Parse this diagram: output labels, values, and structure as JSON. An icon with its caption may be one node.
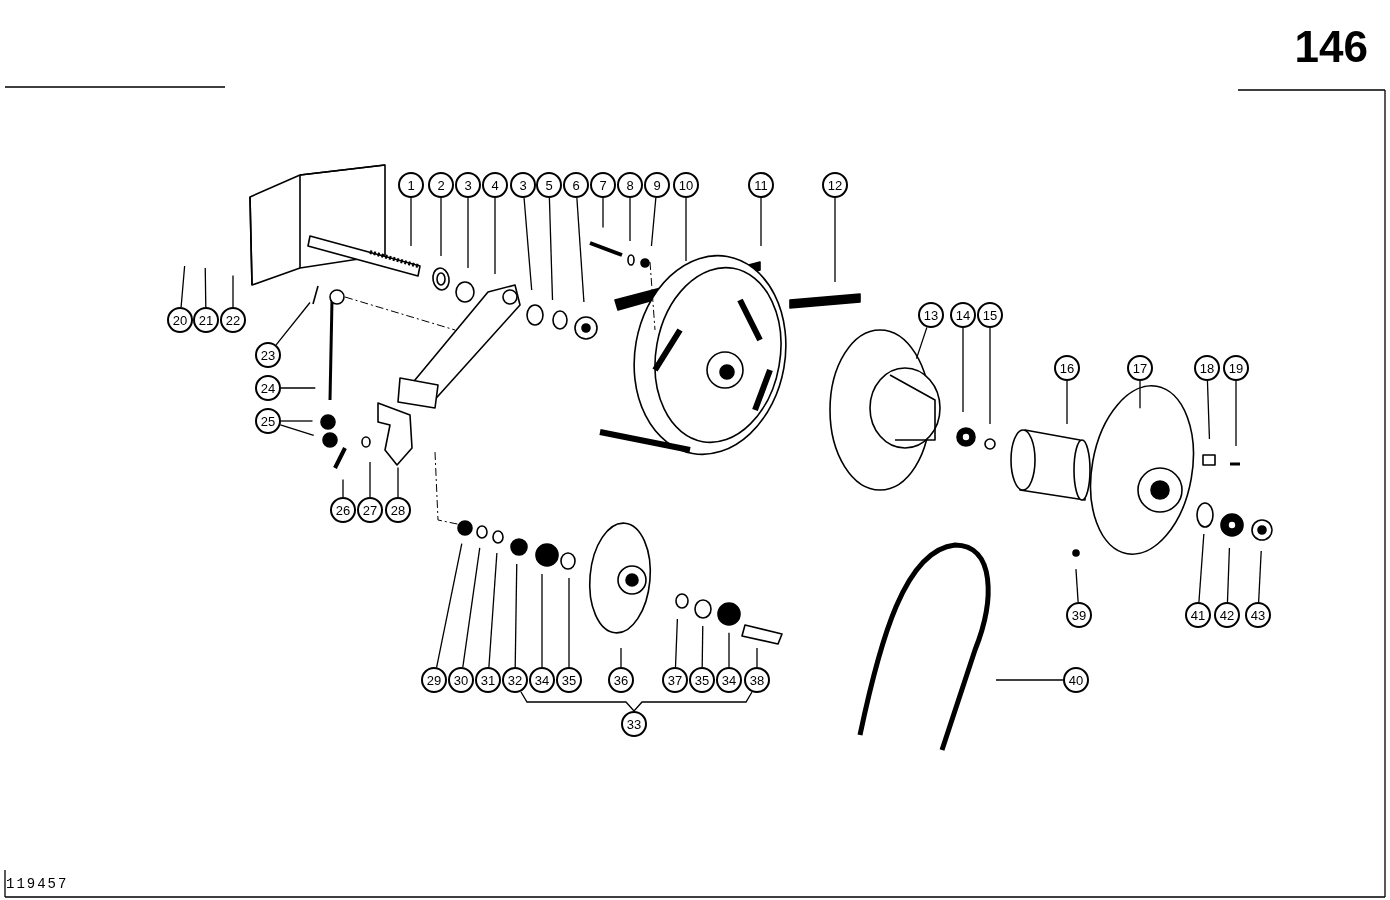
{
  "diagram": {
    "nodes": [
      {
        "text": [
          "1"
        ]
      },
      {
        "text": [
          "2"
        ]
      },
      {
        "text": [
          "3"
        ]
      },
      {
        "text": [
          "4"
        ]
      },
      {
        "text": [
          "3"
        ]
      },
      {
        "text": [
          "5"
        ]
      },
      {
        "text": [
          "6"
        ]
      },
      {
        "text": [
          "7"
        ]
      },
      {
        "text": [
          "8"
        ]
      },
      {
        "text": [
          "9"
        ]
      },
      {
        "text": [
          "10"
        ]
      },
      {
        "text": [
          "11"
        ]
      },
      {
        "text": [
          "12"
        ]
      },
      {
        "text": [
          "20"
        ]
      },
      {
        "text": [
          "21"
        ]
      },
      {
        "text": [
          "22"
        ]
      },
      {
        "text": [
          "23"
        ]
      },
      {
        "text": [
          "24"
        ]
      },
      {
        "text": [
          "25"
        ]
      },
      {
        "text": [
          "26"
        ]
      },
      {
        "text": [
          "27"
        ]
      },
      {
        "text": [
          "28"
        ]
      },
      {
        "text": [
          "13"
        ]
      },
      {
        "text": [
          "14"
        ]
      },
      {
        "text": [
          "15"
        ]
      },
      {
        "text": [
          "16"
        ]
      },
      {
        "text": [
          "17"
        ]
      },
      {
        "text": [
          "18"
        ]
      },
      {
        "text": [
          "19"
        ]
      },
      {
        "text": [
          "29"
        ]
      },
      {
        "text": [
          "30"
        ]
      },
      {
        "text": [
          "31"
        ]
      },
      {
        "text": [
          "32"
        ]
      },
      {
        "text": [
          "34"
        ]
      },
      {
        "text": [
          "35"
        ]
      },
      {
        "text": [
          "36"
        ]
      },
      {
        "text": [
          "37"
        ]
      },
      {
        "text": [
          "35"
        ]
      },
      {
        "text": [
          "34"
        ]
      },
      {
        "text": [
          "38"
        ]
      },
      {
        "text": [
          "33"
        ]
      },
      {
        "text": [
          "39"
        ]
      },
      {
        "text": [
          "40"
        ]
      },
      {
        "text": [
          "41"
        ]
      },
      {
        "text": [
          "42"
        ]
      },
      {
        "text": [
          "43"
        ]
      }
    ],
    "edges": [
      {
        "from": 0,
        "to": null,
        "arrow": "none"
      },
      {
        "from": 1,
        "to": null,
        "arrow": "none"
      },
      {
        "from": 2,
        "to": null,
        "arrow": "none"
      },
      {
        "from": 3,
        "to": null,
        "arrow": "none"
      },
      {
        "from": 4,
        "to": null,
        "arrow": "none"
      },
      {
        "from": 5,
        "to": null,
        "arrow": "none"
      },
      {
        "from": 6,
        "to": null,
        "arrow": "none"
      },
      {
        "from": 7,
        "to": null,
        "arrow": "none"
      },
      {
        "from": 8,
        "to": null,
        "arrow": "none"
      },
      {
        "from": 9,
        "to": null,
        "arrow": "none"
      },
      {
        "from": 10,
        "to": null,
        "arrow": "none"
      },
      {
        "from": 11,
        "to": null,
        "arrow": "none"
      },
      {
        "from": 12,
        "to": null,
        "arrow": "none"
      },
      {
        "from": 13,
        "to": null,
        "arrow": "none"
      },
      {
        "from": 14,
        "to": null,
        "arrow": "none"
      },
      {
        "from": 15,
        "to": null,
        "arrow": "none"
      },
      {
        "from": 16,
        "to": null,
        "arrow": "none"
      },
      {
        "from": 17,
        "to": null,
        "arrow": "none"
      },
      {
        "from": 18,
        "to": null,
        "arrow": "none"
      },
      {
        "from": 18,
        "to": null,
        "arrow": "none"
      },
      {
        "from": 19,
        "to": null,
        "arrow": "none"
      },
      {
        "from": 20,
        "to": null,
        "arrow": "none"
      },
      {
        "from": 21,
        "to": null,
        "arrow": "none"
      },
      {
        "from": 22,
        "to": null,
        "arrow": "none"
      },
      {
        "from": 23,
        "to": null,
        "arrow": "none"
      },
      {
        "from": 24,
        "to": null,
        "arrow": "none"
      },
      {
        "from": 25,
        "to": null,
        "arrow": "none"
      },
      {
        "from": 26,
        "to": null,
        "arrow": "none"
      },
      {
        "from": 27,
        "to": null,
        "arrow": "none"
      },
      {
        "from": 28,
        "to": null,
        "arrow": "none"
      },
      {
        "from": 29,
        "to": null,
        "arrow": "none"
      },
      {
        "from": 30,
        "to": null,
        "arrow": "none"
      },
      {
        "from": 31,
        "to": null,
        "arrow": "none"
      },
      {
        "from": 32,
        "to": null,
        "arrow": "none"
      },
      {
        "from": 33,
        "to": null,
        "arrow": "none"
      },
      {
        "from": 34,
        "to": null,
        "arrow": "none"
      },
      {
        "from": 35,
        "to": null,
        "arrow": "none"
      },
      {
        "from": 36,
        "to": null,
        "arrow": "none"
      },
      {
        "from": 37,
        "to": null,
        "arrow": "none"
      },
      {
        "from": 38,
        "to": null,
        "arrow": "none"
      },
      {
        "from": 39,
        "to": null,
        "arrow": "none"
      },
      {
        "from": 41,
        "to": null,
        "arrow": "none"
      },
      {
        "from": 42,
        "to": null,
        "arrow": "none"
      },
      {
        "from": 43,
        "to": null,
        "arrow": "none"
      },
      {
        "from": 44,
        "to": null,
        "arrow": "none"
      },
      {
        "from": 45,
        "to": null,
        "arrow": "none"
      }
    ],
    "labels": [
      "146",
      "119457"
    ]
  }
}
